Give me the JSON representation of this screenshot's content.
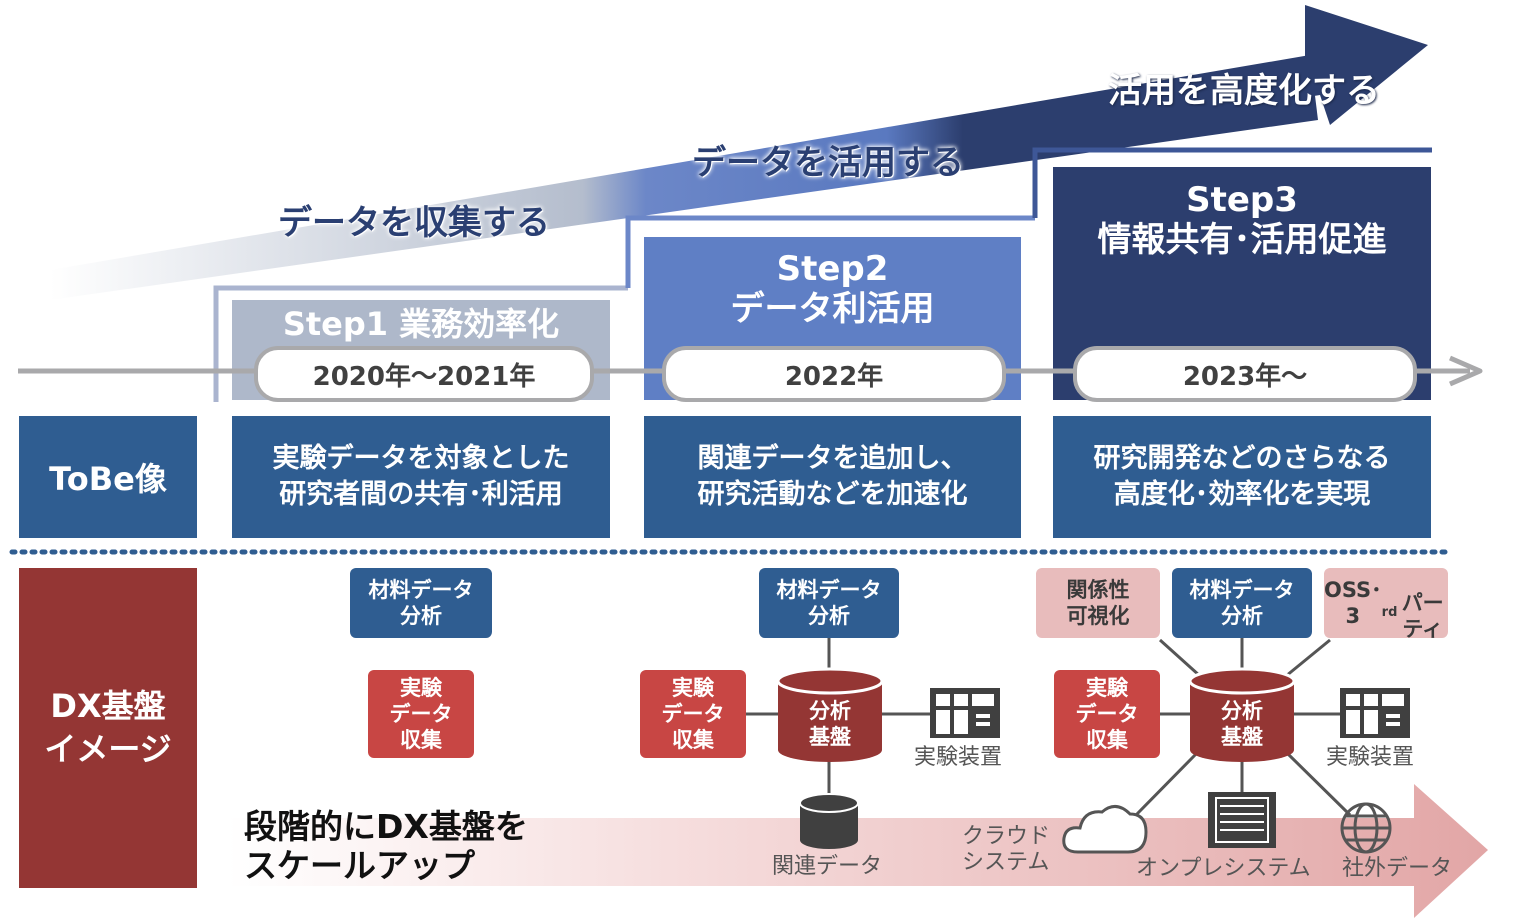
{
  "banner": {
    "phase1": "データを収集する",
    "phase2": "データを活用する",
    "phase3": "活用を高度化する"
  },
  "steps": [
    {
      "title": "Step1 業務効率化",
      "period": "2020年～2021年",
      "tobe": "実験データを対象とした\n研究者間の共有･利活用"
    },
    {
      "title": "Step2\nデータ利活用",
      "period": "2022年",
      "tobe": "関連データを追加し、\n研究活動などを加速化"
    },
    {
      "title": "Step3\n情報共有･活用促進",
      "period": "2023年～",
      "tobe": "研究開発などのさらなる\n高度化･効率化を実現"
    }
  ],
  "row_labels": {
    "tobe": "ToBe像",
    "dx": "DX基盤\nイメージ"
  },
  "dx": {
    "material_analysis": "材料データ\n分析",
    "experiment_collection": "実験\nデータ\n収集",
    "analysis_base": "分析\n基盤",
    "experiment_device": "実験装置",
    "related_data": "関連データ",
    "relation_viz": "関係性\n可視化",
    "oss_main": "OSS･\n3",
    "oss_sup": "rd",
    "oss_tail": "パーティ",
    "cloud_system": "クラウド\nシステム",
    "onprem_system": "オンプレシステム",
    "external_data": "社外データ",
    "scaleup": "段階的にDX基盤を\nスケールアップ"
  },
  "colors": {
    "navy": "#2c3e6e",
    "mid_blue": "#5f7fc5",
    "gray_blue": "#aeb8ca",
    "tobe_blue": "#2f5d91",
    "dx_red": "#943634",
    "exp_red": "#c84644",
    "pink": "#e8bcbc"
  }
}
